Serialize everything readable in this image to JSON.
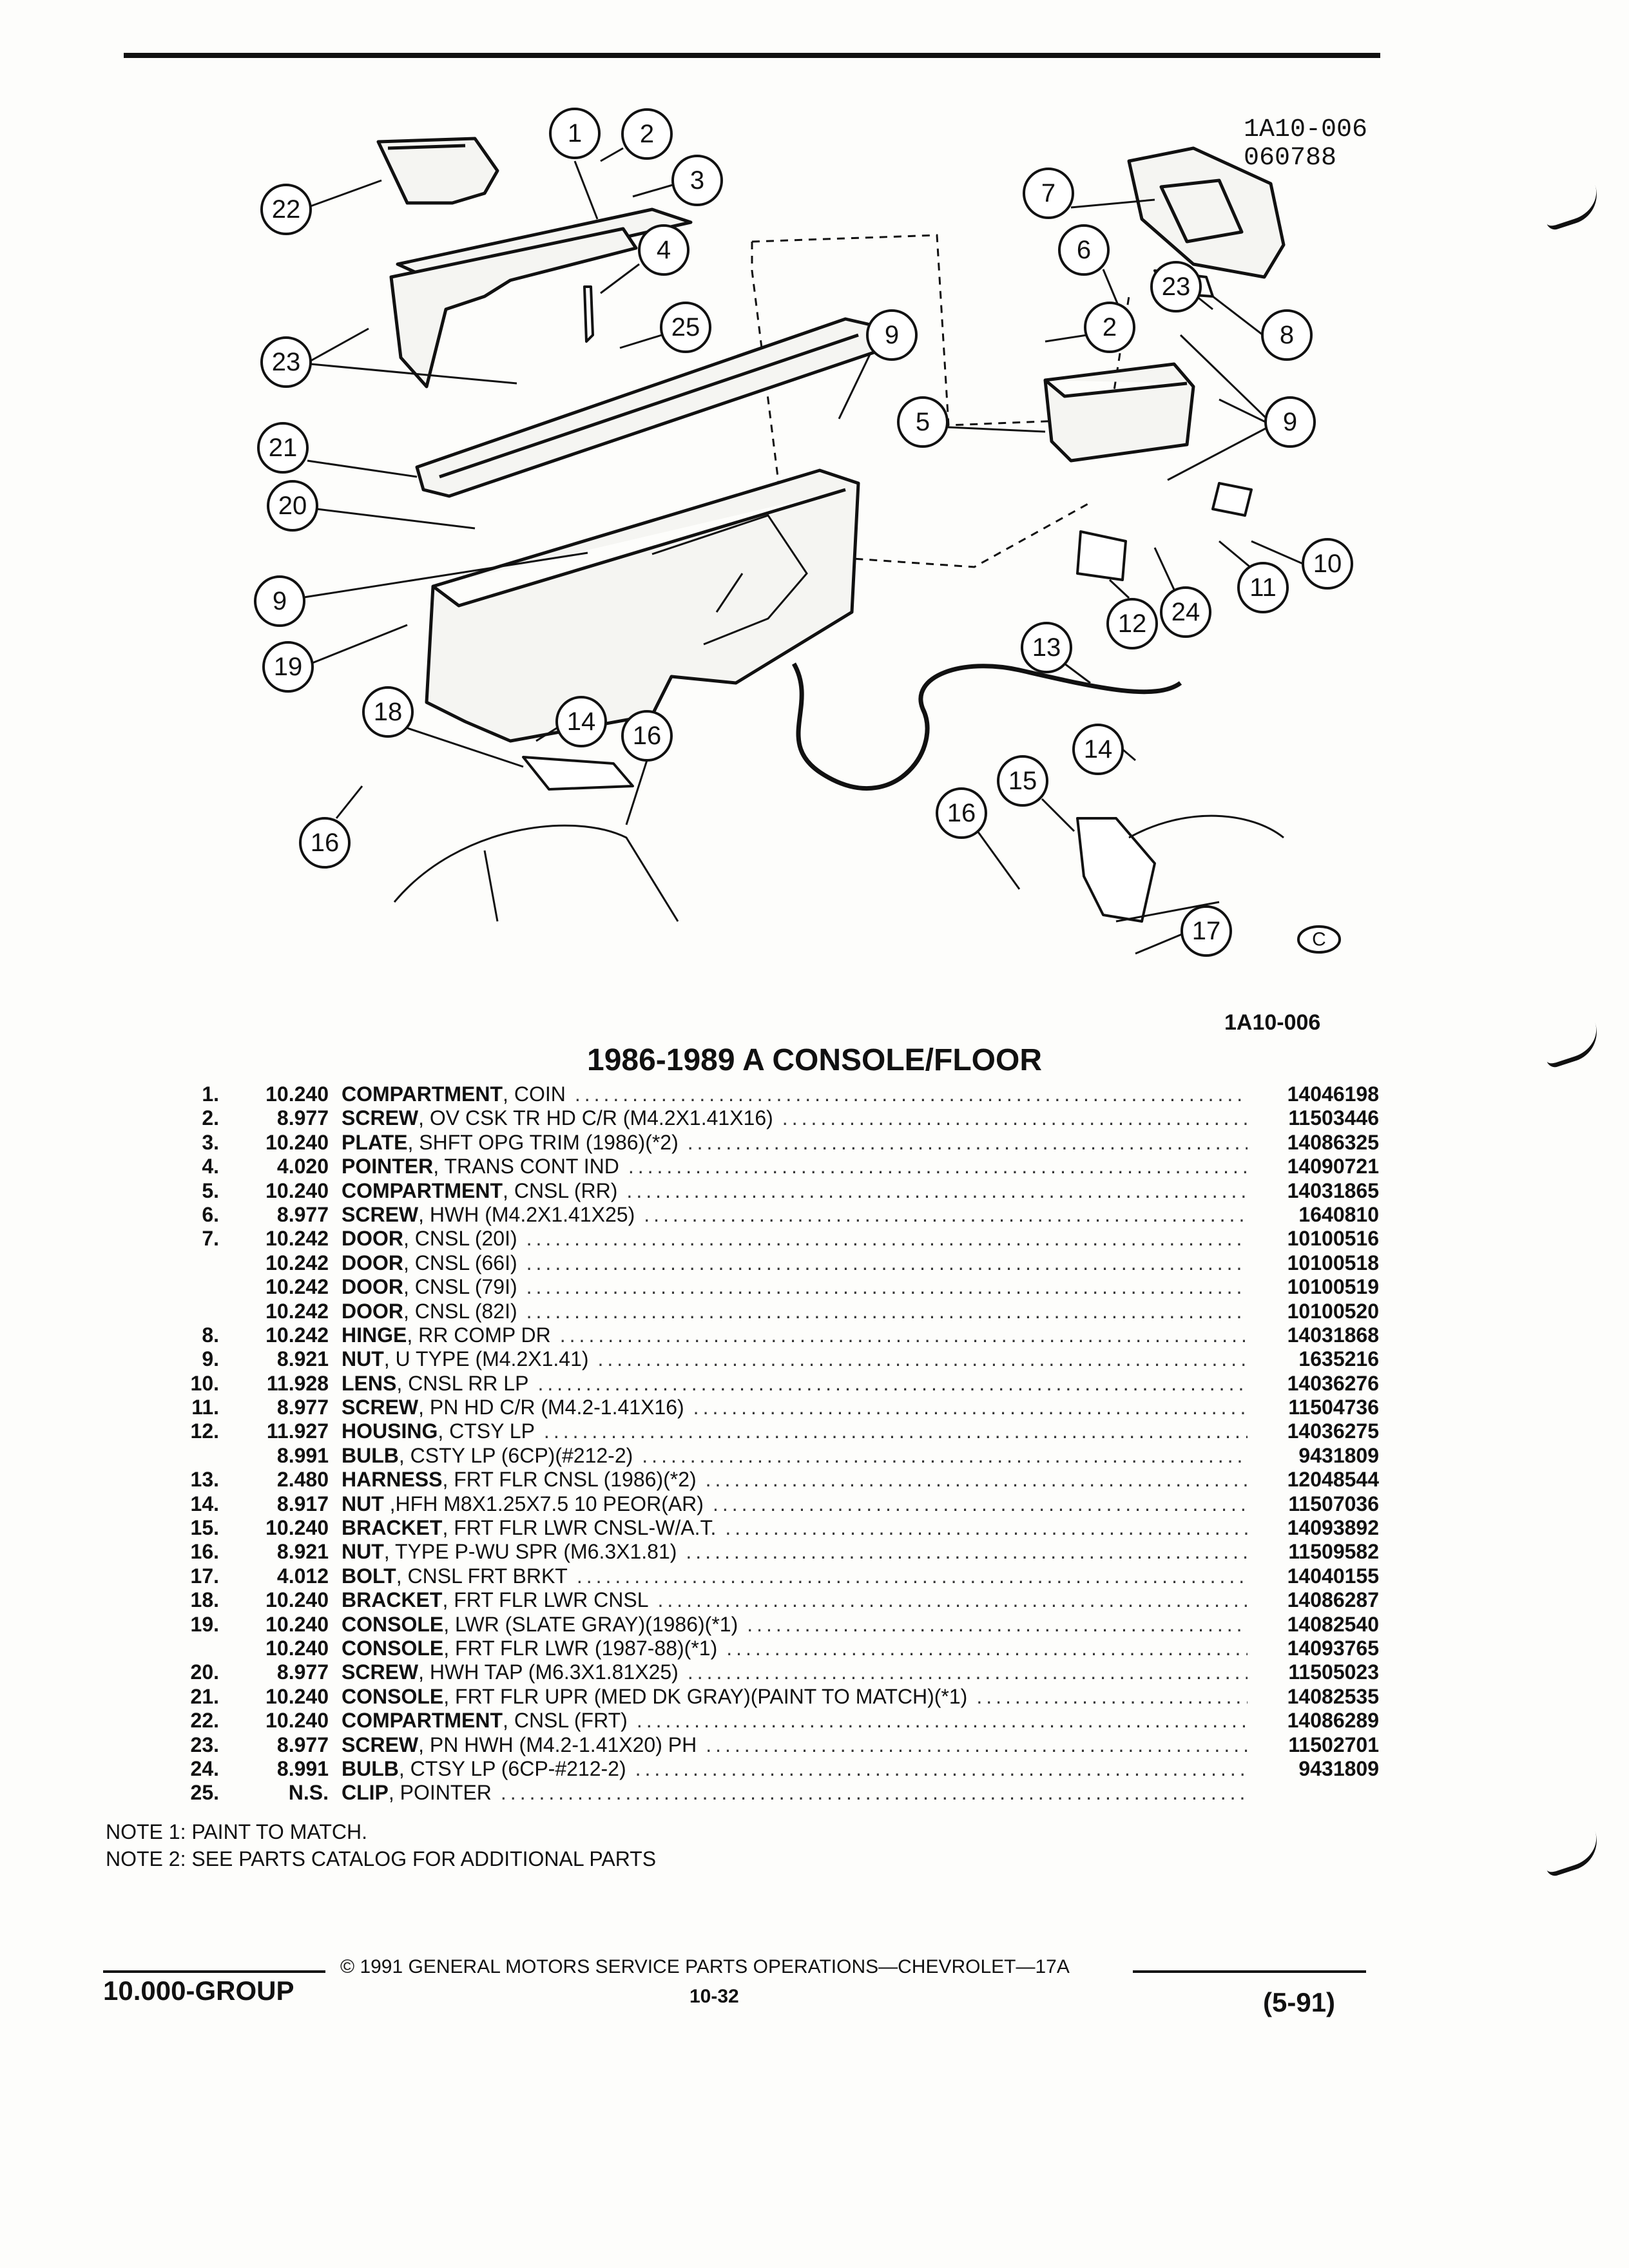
{
  "diagram": {
    "code_top": [
      "1A10-006",
      "060788"
    ],
    "code_bottom": "1A10-006",
    "symbol": "C",
    "callouts": [
      "1",
      "2",
      "3",
      "4",
      "5",
      "6",
      "7",
      "8",
      "9",
      "10",
      "11",
      "12",
      "13",
      "14",
      "15",
      "16",
      "17",
      "18",
      "19",
      "20",
      "21",
      "22",
      "23",
      "24",
      "25"
    ]
  },
  "title": "1986-1989 A CONSOLE/FLOOR",
  "parts": [
    {
      "num": "1.",
      "group": "10.240",
      "name": "COMPARTMENT",
      "detail": ", COIN",
      "part_no": "14046198"
    },
    {
      "num": "2.",
      "group": "8.977",
      "name": "SCREW",
      "detail": ", OV CSK TR HD C/R (M4.2X1.41X16)",
      "part_no": "11503446"
    },
    {
      "num": "3.",
      "group": "10.240",
      "name": "PLATE",
      "detail": ", SHFT OPG TRIM (1986)(*2)",
      "part_no": "14086325"
    },
    {
      "num": "4.",
      "group": "4.020",
      "name": "POINTER",
      "detail": ", TRANS CONT IND",
      "part_no": "14090721"
    },
    {
      "num": "5.",
      "group": "10.240",
      "name": "COMPARTMENT",
      "detail": ", CNSL (RR)",
      "part_no": "14031865"
    },
    {
      "num": "6.",
      "group": "8.977",
      "name": "SCREW",
      "detail": ", HWH (M4.2X1.41X25)",
      "part_no": "1640810"
    },
    {
      "num": "7.",
      "group": "10.242",
      "name": "DOOR",
      "detail": ", CNSL (20I)",
      "part_no": "10100516"
    },
    {
      "num": "",
      "group": "10.242",
      "name": "DOOR",
      "detail": ", CNSL (66I)",
      "part_no": "10100518"
    },
    {
      "num": "",
      "group": "10.242",
      "name": "DOOR",
      "detail": ", CNSL (79I)",
      "part_no": "10100519"
    },
    {
      "num": "",
      "group": "10.242",
      "name": "DOOR",
      "detail": ", CNSL (82I)",
      "part_no": "10100520"
    },
    {
      "num": "8.",
      "group": "10.242",
      "name": "HINGE",
      "detail": ", RR COMP DR",
      "part_no": "14031868"
    },
    {
      "num": "9.",
      "group": "8.921",
      "name": "NUT",
      "detail": ", U TYPE (M4.2X1.41)",
      "part_no": "1635216"
    },
    {
      "num": "10.",
      "group": "11.928",
      "name": "LENS",
      "detail": ", CNSL RR LP",
      "part_no": "14036276"
    },
    {
      "num": "11.",
      "group": "8.977",
      "name": "SCREW",
      "detail": ", PN HD C/R (M4.2-1.41X16)",
      "part_no": "11504736"
    },
    {
      "num": "12.",
      "group": "11.927",
      "name": "HOUSING",
      "detail": ", CTSY LP",
      "part_no": "14036275"
    },
    {
      "num": "",
      "group": "8.991",
      "name": "BULB",
      "detail": ", CSTY LP (6CP)(#212-2)",
      "part_no": "9431809"
    },
    {
      "num": "13.",
      "group": "2.480",
      "name": "HARNESS",
      "detail": ", FRT FLR CNSL (1986)(*2)",
      "part_no": "12048544"
    },
    {
      "num": "14.",
      "group": "8.917",
      "name": "NUT",
      "detail": " ,HFH M8X1.25X7.5 10 PEOR(AR)",
      "part_no": "11507036"
    },
    {
      "num": "15.",
      "group": "10.240",
      "name": "BRACKET",
      "detail": ", FRT FLR LWR CNSL-W/A.T.",
      "part_no": "14093892"
    },
    {
      "num": "16.",
      "group": "8.921",
      "name": "NUT",
      "detail": ", TYPE P-WU SPR (M6.3X1.81)",
      "part_no": "11509582"
    },
    {
      "num": "17.",
      "group": "4.012",
      "name": "BOLT",
      "detail": ", CNSL FRT BRKT",
      "part_no": "14040155"
    },
    {
      "num": "18.",
      "group": "10.240",
      "name": "BRACKET",
      "detail": ", FRT FLR LWR CNSL",
      "part_no": "14086287"
    },
    {
      "num": "19.",
      "group": "10.240",
      "name": "CONSOLE",
      "detail": ", LWR (SLATE GRAY)(1986)(*1)",
      "part_no": "14082540"
    },
    {
      "num": "",
      "group": "10.240",
      "name": "CONSOLE",
      "detail": ", FRT FLR LWR (1987-88)(*1)",
      "part_no": "14093765"
    },
    {
      "num": "20.",
      "group": "8.977",
      "name": "SCREW",
      "detail": ", HWH TAP (M6.3X1.81X25)",
      "part_no": "11505023"
    },
    {
      "num": "21.",
      "group": "10.240",
      "name": "CONSOLE",
      "detail": ", FRT FLR UPR (MED DK GRAY)(PAINT TO MATCH)(*1)",
      "part_no": "14082535"
    },
    {
      "num": "22.",
      "group": "10.240",
      "name": "COMPARTMENT",
      "detail": ", CNSL (FRT)",
      "part_no": "14086289"
    },
    {
      "num": "23.",
      "group": "8.977",
      "name": "SCREW",
      "detail": ", PN HWH (M4.2-1.41X20) PH",
      "part_no": "11502701"
    },
    {
      "num": "24.",
      "group": "8.991",
      "name": "BULB",
      "detail": ", CTSY LP (6CP-#212-2)",
      "part_no": "9431809"
    },
    {
      "num": "25.",
      "group": "N.S.",
      "name": "CLIP",
      "detail": ", POINTER",
      "part_no": ""
    }
  ],
  "notes": [
    "NOTE  1:  PAINT TO MATCH.",
    "NOTE  2:  SEE PARTS CATALOG FOR ADDITIONAL PARTS"
  ],
  "footer": {
    "group": "10.000-GROUP",
    "copyright": "© 1991  GENERAL MOTORS SERVICE PARTS OPERATIONS—CHEVROLET—17A",
    "page": "10-32",
    "revision": "(5-91)"
  }
}
